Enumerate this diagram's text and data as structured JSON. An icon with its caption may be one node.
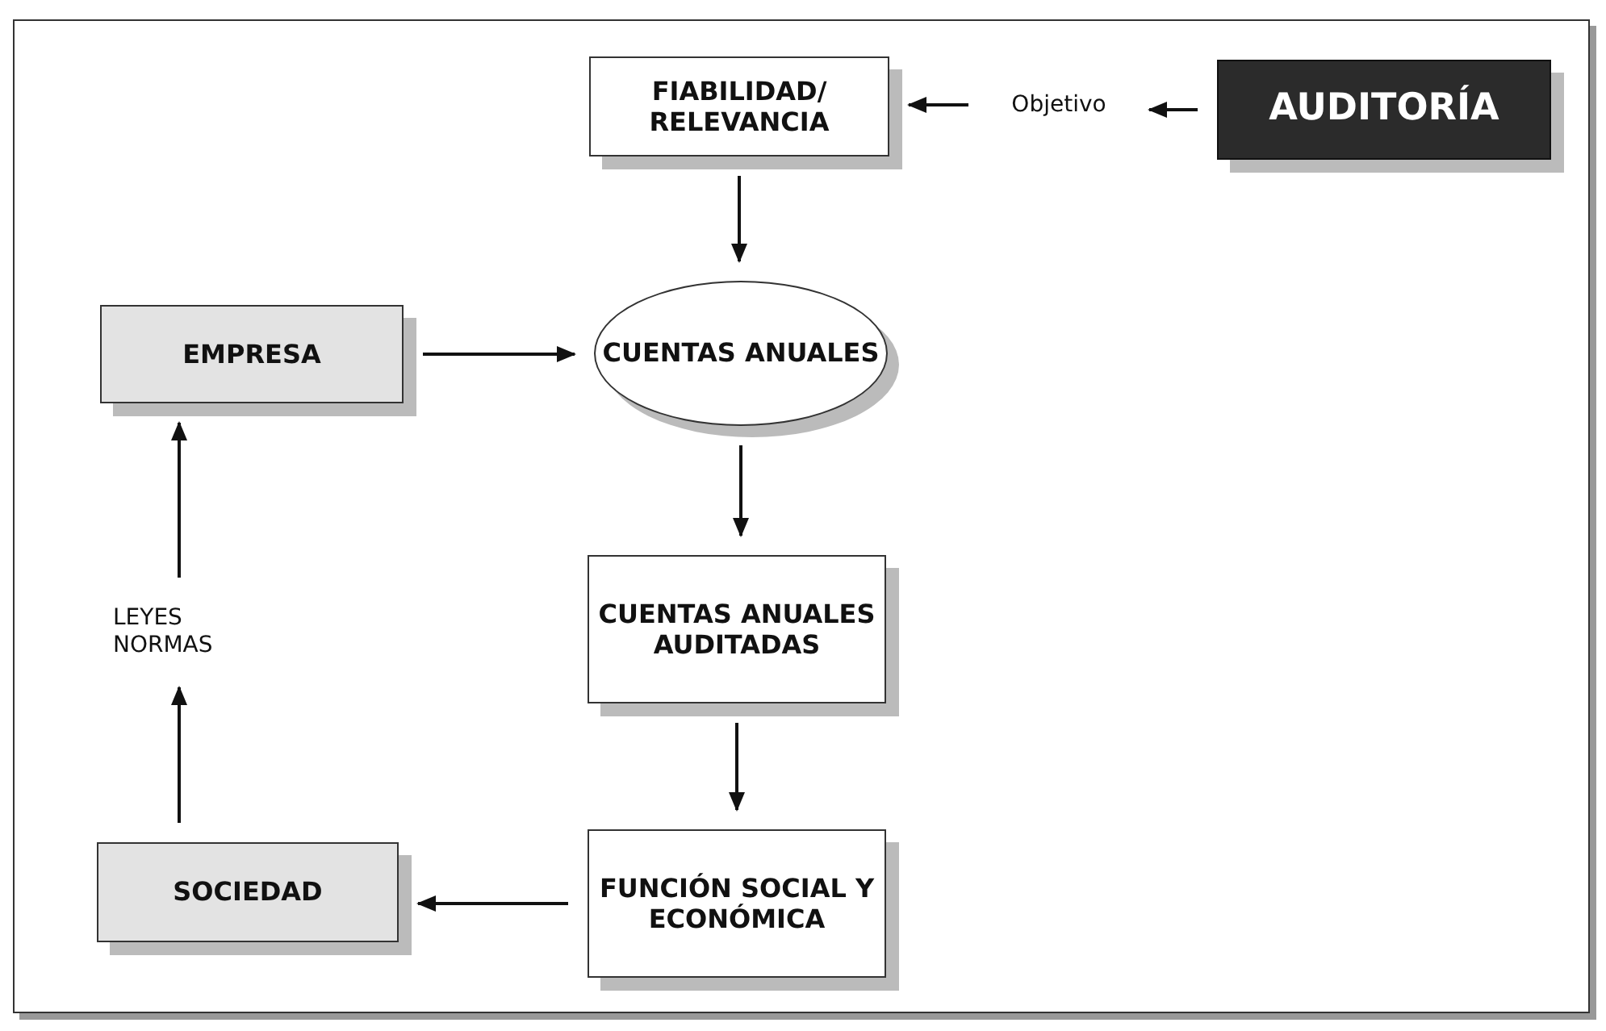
{
  "diagram": {
    "nodes": [
      {
        "text": [
          "FIABILIDAD/ RELEVANCIA"
        ]
      },
      {
        "text": [
          "Objetivo"
        ]
      },
      {
        "text": [
          "AUDITORÍA"
        ]
      },
      {
        "text": [
          "EMPRESA"
        ]
      },
      {
        "text": [
          "CUENTAS ANUALES"
        ]
      },
      {
        "text": [
          "CUENTAS ANUALES AUDITADAS"
        ]
      },
      {
        "text": [
          "LEYES NORMAS"
        ]
      },
      {
        "text": [
          "SOCIEDAD"
        ]
      },
      {
        "text": [
          "FUNCIÓN SOCIAL Y ECONÓMICA"
        ]
      }
    ],
    "edges": [
      {
        "from": 2,
        "to": 1,
        "arrow": "to"
      },
      {
        "from": 1,
        "to": 0,
        "arrow": "to"
      },
      {
        "from": 0,
        "to": 4,
        "arrow": "to"
      },
      {
        "from": 3,
        "to": 4,
        "arrow": "to"
      },
      {
        "from": 4,
        "to": 5,
        "arrow": "to"
      },
      {
        "from": 5,
        "to": 8,
        "arrow": "to"
      },
      {
        "from": 8,
        "to": 7,
        "arrow": "to"
      },
      {
        "from": 7,
        "to": 6,
        "arrow": "to"
      },
      {
        "from": 6,
        "to": 3,
        "arrow": "to"
      }
    ]
  }
}
